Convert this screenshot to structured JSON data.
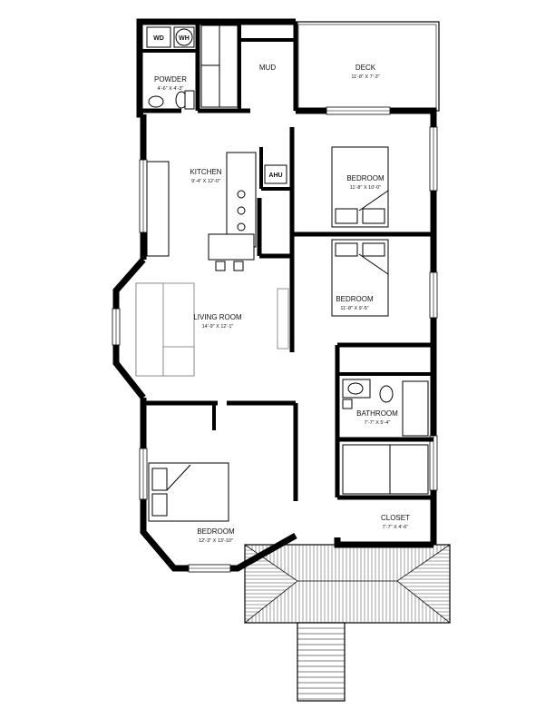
{
  "rooms": [
    {
      "name": "DECK",
      "dims": "11'-8\" X 7'-3\""
    },
    {
      "name": "POWDER",
      "dims": "4'-6\" X 4'-3\""
    },
    {
      "name": "MUD",
      "dims": ""
    },
    {
      "name": "KITCHEN",
      "dims": "9'-4\" X 12'-0\""
    },
    {
      "name": "BEDROOM",
      "dims": "11'-8\" X 10'-0\""
    },
    {
      "name": "BEDROOM",
      "dims": "11'-8\" X 9'-5\""
    },
    {
      "name": "LIVING ROOM",
      "dims": "14'-9\" X 12'-1\""
    },
    {
      "name": "BATHROOM",
      "dims": "7'-7\" X 5'-4\""
    },
    {
      "name": "CLOSET",
      "dims": "7'-7\" X 4'-6\""
    },
    {
      "name": "BEDROOM",
      "dims": "12'-3\" X 13'-10\""
    }
  ],
  "fixtures": {
    "washer_dryer": "WD",
    "water_heater": "WH",
    "air_handler": "AHU"
  }
}
